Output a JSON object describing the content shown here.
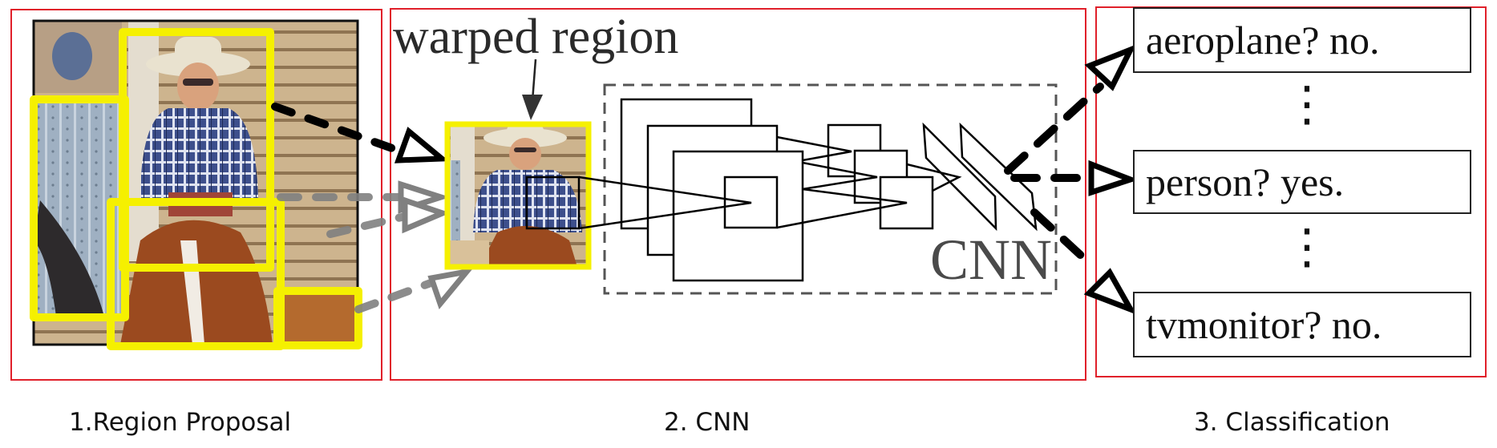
{
  "title": "R-CNN pipeline",
  "stages": [
    {
      "label": "1.Region Proposal"
    },
    {
      "label": "2. CNN"
    },
    {
      "label": "3. Classification"
    }
  ],
  "region_proposal": {
    "image_description": "rodeo rider on horse",
    "proposal_count": 4
  },
  "cnn": {
    "warped_region_label": "warped region",
    "network_label": "CNN"
  },
  "classification": {
    "results": [
      {
        "text": "aeroplane? no."
      },
      {
        "text": "person? yes."
      },
      {
        "text": "tvmonitor? no."
      }
    ],
    "ellipsis": "⋮"
  },
  "colors": {
    "stage_border": "#e0202a",
    "proposal_box": "#f5f000",
    "arrow_dark": "#000000",
    "arrow_gray": "#808080",
    "cnn_label": "#4a4a4a"
  }
}
